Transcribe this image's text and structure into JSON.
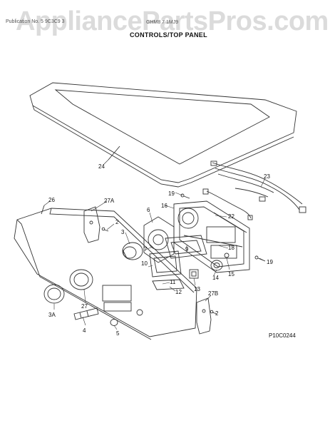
{
  "header": {
    "watermark": "AppliancePartsPros.com",
    "publication": "Publication No. 5 9C3C9 3",
    "model_line": "GHM8 7 1MJ9",
    "section_title": "CONTROLS/TOP PANEL"
  },
  "diagram_code": "P10C0244",
  "parts": {
    "p24": "24",
    "p23": "23",
    "p19a": "19",
    "p19b": "19",
    "p16": "16",
    "p22": "22",
    "p26": "26",
    "p27a": "27A",
    "p2a": "2",
    "p6": "6",
    "p3": "3",
    "p18": "18",
    "p7": "7",
    "p9": "9",
    "p15": "15",
    "p14": "14",
    "p10": "10",
    "p11": "11",
    "p12": "12",
    "p13": "13",
    "p27": "27",
    "p27b": "27B",
    "p2b": "2",
    "p3a": "3A",
    "p4": "4",
    "p5": "5"
  }
}
